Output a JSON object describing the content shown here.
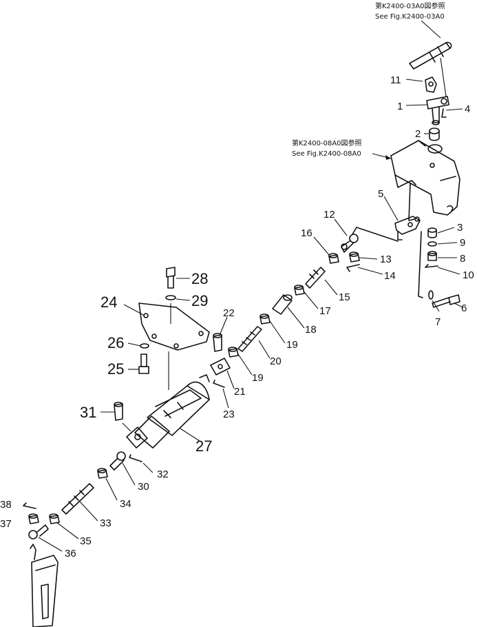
{
  "references": {
    "top_jp": "第K2400-03A0図参照",
    "top_en": "See Fig.K2400-03A0",
    "mid_jp": "第K2400-08A0図参照",
    "mid_en": "See Fig.K2400-08A0"
  },
  "callouts": {
    "c1": "1",
    "c2": "2",
    "c3": "3",
    "c4": "4",
    "c5": "5",
    "c6": "6",
    "c7": "7",
    "c8": "8",
    "c9": "9",
    "c10": "10",
    "c11": "11",
    "c12": "12",
    "c13": "13",
    "c14": "14",
    "c15": "15",
    "c16": "16",
    "c17": "17",
    "c18": "18",
    "c19a": "19",
    "c19b": "19",
    "c20": "20",
    "c21": "21",
    "c22": "22",
    "c23": "23",
    "c24": "24",
    "c25": "25",
    "c26": "26",
    "c27": "27",
    "c28": "28",
    "c29": "29",
    "c30": "30",
    "c31": "31",
    "c32": "32",
    "c33": "33",
    "c34": "34",
    "c35": "35",
    "c36": "36",
    "c37": "37",
    "c38": "38"
  }
}
